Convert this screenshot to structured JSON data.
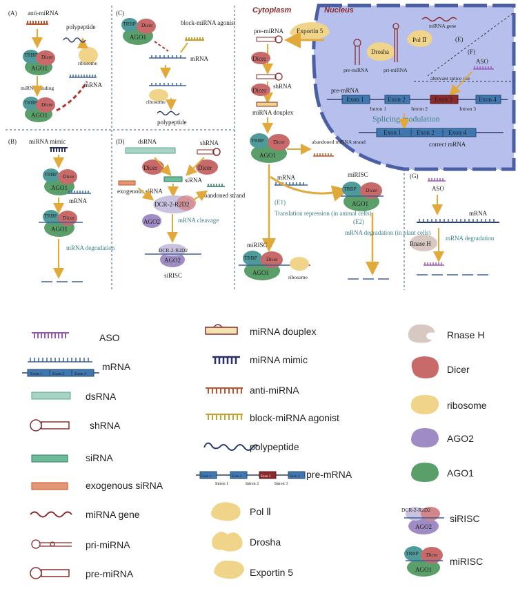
{
  "panels": {
    "A": {
      "tag": "(A)",
      "anti_mirna": "anti-miRNA",
      "polypeptide": "polypeptide",
      "ribosome": "ribosome",
      "mrna": "mRNA",
      "mirna_binding": "miRNA binding",
      "trbp": "TRBP",
      "dicer": "Dicer",
      "ago1": "AGO1"
    },
    "B": {
      "tag": "(B)",
      "mimic": "miRNA mimic",
      "mrna": "mRNA",
      "degradation": "mRNA degradation",
      "trbp": "TRBP",
      "dicer": "Dicer",
      "ago1": "AGO1"
    },
    "C": {
      "tag": "(C)",
      "agonist": "block-miRNA agonist",
      "mrna": "mRNA",
      "ribosome": "ribosome",
      "polypeptide": "polypeptide",
      "trbp": "TRBP",
      "dicer": "Dicer",
      "ago1": "AGO1"
    },
    "D": {
      "tag": "(D)",
      "dsrna": "dsRNA",
      "shrna": "shRNA",
      "dicer": "Dicer",
      "sirna": "siRNA",
      "exo": "exogenous siRNA",
      "dcr": "DCR-2-R2D2",
      "abandoned": "abandoned strand",
      "ago2": "AGO2",
      "cleavage": "mRNA cleavage",
      "sirisc": "siRISC"
    },
    "E": {
      "cytoplasm": "Cytoplasm",
      "nucleus": "Nucleus",
      "exportin": "Exportin 5",
      "mirna_gene": "miRNA gene",
      "polii": "Pol Ⅱ",
      "drosha": "Drosha",
      "pre_mirna": "pre-miRNA",
      "pri_mirna": "pri-miRNA",
      "e_tag": "(E)",
      "f_tag": "(F)",
      "dicer": "Dicer",
      "shrna": "shRNA",
      "douplex": "miRNA douplex",
      "abandoned": "abandoned miRNA strand",
      "mrna": "mRNA",
      "mirisc": "miRISC",
      "e1": "(E1)",
      "translation": "Translation repression (in animal cells)",
      "e2": "(E2)",
      "degradation": "mRNA degradation (in plant cells)",
      "ribosome": "ribosome",
      "trbp": "TRBP",
      "ago1": "AGO1"
    },
    "F": {
      "aso": "ASO",
      "aberrant": "abrevant splice site",
      "pre_mrna": "pre-mRNA",
      "exon1": "Exon 1",
      "exon2": "Exon 2",
      "exon3": "Exon 3",
      "exon4": "Exon 4",
      "intron1": "Intron 1",
      "intron2": "Intron 2",
      "intron3": "Intron 3",
      "splicing": "Splicing modulation",
      "correct": "correct mRNA"
    },
    "G": {
      "tag": "(G)",
      "aso": "ASO",
      "mrna": "mRNA",
      "rnaseh": "Rnase H",
      "degradation": "mRNA degradation"
    }
  },
  "legend": {
    "col1": [
      "ASO",
      "mRNA",
      "dsRNA",
      "shRNA",
      "siRNA",
      "exogenous siRNA",
      "miRNA gene",
      "pri-miRNA",
      "pre-miRNA"
    ],
    "col2": [
      "miRNA douplex",
      "miRNA mimic",
      "anti-miRNA",
      "block-miRNA agonist",
      "polypeptide",
      "pre-mRNA",
      "Pol Ⅱ",
      "Drosha",
      "Exportin 5"
    ],
    "col3": [
      "Rnase H",
      "Dicer",
      "ribosome",
      "AGO2",
      "AGO1",
      "siRISC",
      "miRISC"
    ],
    "mrna_exons": [
      "Exon 1",
      "Exon 2",
      "Exon 4"
    ],
    "pre_mrna_exons": [
      "Exon 1",
      "Exon 2",
      "Exon 3",
      "Exon 4"
    ],
    "pre_mrna_introns": [
      "Intron 1",
      "Intron 2",
      "Intron 3"
    ]
  },
  "colors": {
    "dicer": "#c96a6a",
    "ago1": "#5a9e6a",
    "ago2": "#a08cc4",
    "trbp": "#4f9a9a",
    "ribosome": "#f0d48a",
    "rnaseh": "#d7c8c2",
    "arrow": "#e0a93a",
    "nucleus": "#b7c0ec",
    "teal_text": "#3c7f86"
  }
}
